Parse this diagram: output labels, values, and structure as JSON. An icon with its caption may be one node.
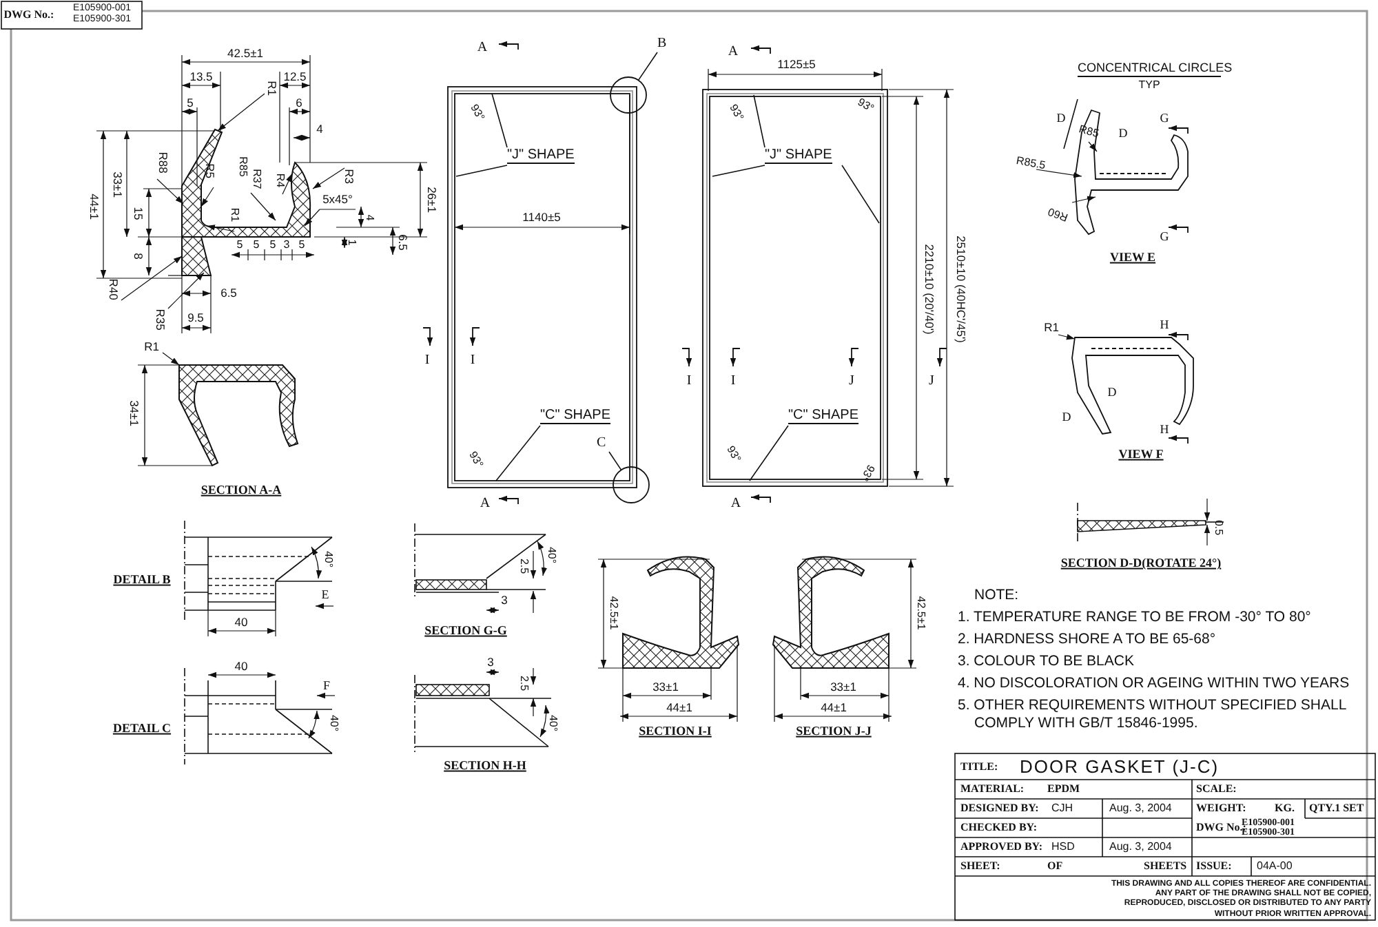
{
  "diagram": {
    "title": "DOOR GASKET (J-C)",
    "nodes": [
      {
        "text": [
          "B"
        ]
      },
      {
        "text": [],
        "shape": "circle"
      },
      {
        "text": [
          "\"J\" SHAPE"
        ]
      },
      {
        "text": [
          "\"C\" SHAPE"
        ]
      },
      {
        "text": [
          "C"
        ]
      },
      {
        "text": [],
        "shape": "circle"
      },
      {
        "text": [
          "\"J\" SHAPE"
        ]
      },
      {
        "text": [
          "\"C\" SHAPE"
        ]
      },
      {
        "text": [
          "CONCENTRICAL CIRCLES",
          "TYP"
        ]
      }
    ],
    "edges": [
      {
        "from": 0,
        "to": 1,
        "arrow": "none"
      },
      {
        "from": 2,
        "to": null,
        "arrow": "none"
      },
      {
        "from": 2,
        "to": null,
        "arrow": "none"
      },
      {
        "from": 3,
        "to": null,
        "arrow": "none"
      },
      {
        "from": 4,
        "to": 5,
        "arrow": "none"
      },
      {
        "from": 6,
        "to": null,
        "arrow": "none"
      },
      {
        "from": 6,
        "to": null,
        "arrow": "none"
      },
      {
        "from": 6,
        "to": null,
        "arrow": "none"
      },
      {
        "from": 7,
        "to": null,
        "arrow": "none"
      },
      {
        "from": 8,
        "to": null,
        "arrow": "none"
      }
    ],
    "labels": [
      "DWG No.:",
      "E105900-001",
      "E105900-301",
      "42.5±1",
      "13.5",
      "12.5",
      "5",
      "6",
      "R1",
      "4",
      "R88",
      "R5",
      "R85",
      "R37",
      "R4",
      "R3",
      "26±1",
      "33±1",
      "44±1",
      "15",
      "5x45°",
      "R1",
      "4",
      "1",
      "6.5",
      "5",
      "5",
      "5",
      "3",
      "5",
      "8",
      "R40",
      "6.5",
      "R35",
      "9.5",
      "R1",
      "34±1",
      "SECTION A-A",
      "A",
      "93°",
      "1140±5",
      "I",
      "I",
      "93°",
      "A",
      "A",
      "1125±5",
      "93°",
      "93°",
      "2210±10 (20'/40')",
      "2510±10 (40HC'/45')",
      "I",
      "I",
      "J",
      "J",
      "93°",
      "93°",
      "A",
      "D",
      "R85",
      "D",
      "R85.5",
      "R60",
      "G",
      "G",
      "VIEW E",
      "R1",
      "H",
      "D",
      "D",
      "H",
      "VIEW F",
      "0.5",
      "SECTION D-D(ROTATE 24°)",
      "DETAIL B",
      "40°",
      "E",
      "40",
      "40°",
      "2.5",
      "3",
      "SECTION G-G",
      "42.5±1",
      "33±1",
      "44±1",
      "SECTION I-I",
      "42.5±1",
      "33±1",
      "44±1",
      "SECTION J-J",
      "40",
      "F",
      "40°",
      "DETAIL C",
      "3",
      "2.5",
      "40°",
      "SECTION H-H",
      "NOTE:",
      "1. TEMPERATURE RANGE TO BE FROM -30° TO 80°",
      "2. HARDNESS SHORE A TO BE 65-68°",
      "3. COLOUR TO BE BLACK",
      "4. NO DISCOLORATION OR AGEING WITHIN TWO YEARS",
      "5. OTHER REQUIREMENTS WITHOUT SPECIFIED SHALL COMPLY WITH GB/T 15846-1995.",
      "TITLE:",
      "MATERIAL:",
      "EPDM",
      "SCALE:",
      "DESIGNED BY:",
      "CJH",
      "Aug. 3, 2004",
      "WEIGHT:",
      "KG.",
      "QTY.1 SET",
      "CHECKED BY:",
      "DWG No.:",
      "E105900-001",
      "E105900-301",
      "APPROVED BY:",
      "HSD",
      "Aug. 3, 2004",
      "SHEET:",
      "OF",
      "SHEETS",
      "ISSUE:",
      "04A-00",
      "THIS DRAWING AND ALL COPIES THEREOF ARE CONFIDENTIAL. ANY PART OF THE DRAWING SHALL NOT BE COPIED, REPRODUCED, DISCLOSED OR DISTRIBUTED TO ANY PARTY WITHOUT PRIOR WRITTEN APPROVAL."
    ]
  }
}
